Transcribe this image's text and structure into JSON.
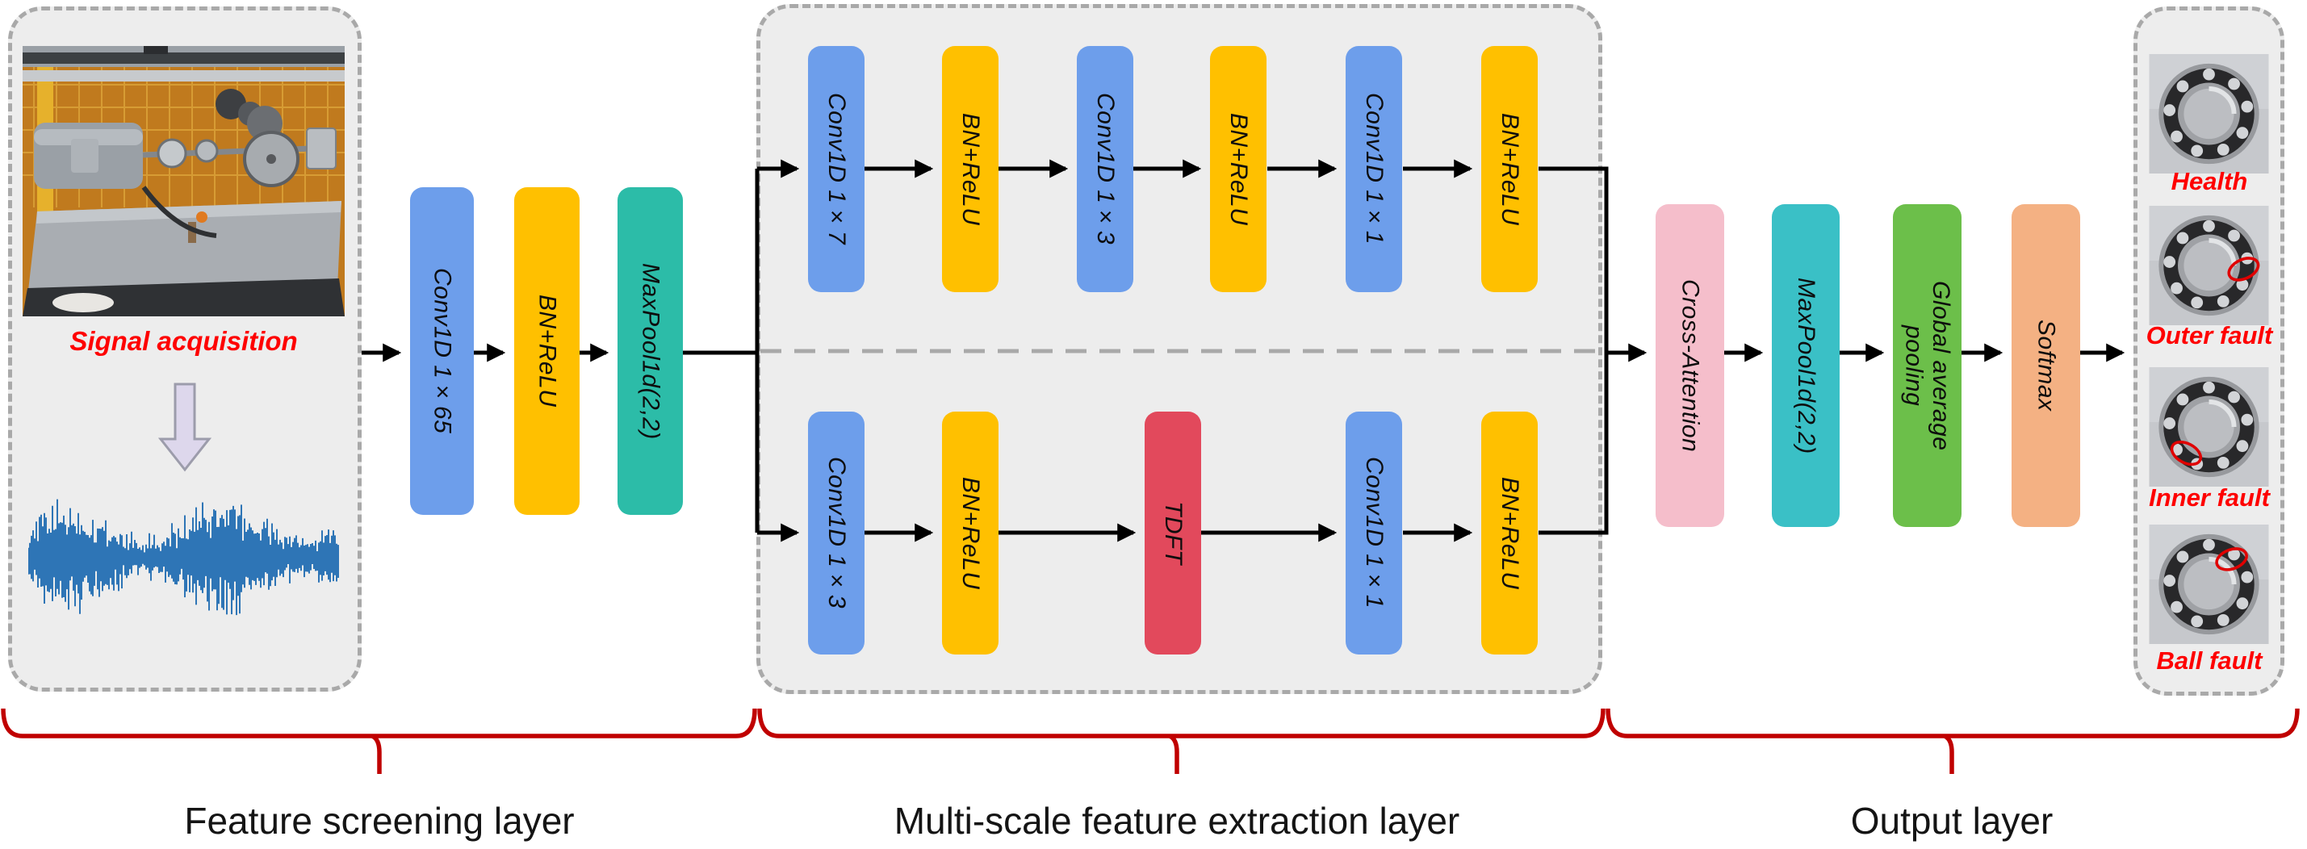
{
  "signal_panel": {
    "caption": "Signal acquisition"
  },
  "screening_blocks": [
    {
      "label": "Conv1D 1×65",
      "color": "#6d9eeb"
    },
    {
      "label": "BN+ReLU",
      "color": "#ffc000"
    },
    {
      "label": "MaxPool1d(2,2)",
      "color": "#2cbca8"
    }
  ],
  "multiscale": {
    "top_branch": [
      {
        "label": "Conv1D 1×7",
        "color": "#6d9eeb"
      },
      {
        "label": "BN+ReLU",
        "color": "#ffc000"
      },
      {
        "label": "Conv1D 1×3",
        "color": "#6d9eeb"
      },
      {
        "label": "BN+ReLU",
        "color": "#ffc000"
      },
      {
        "label": "Conv1D 1×1",
        "color": "#6d9eeb"
      },
      {
        "label": "BN+ReLU",
        "color": "#ffc000"
      }
    ],
    "bottom_branch": [
      {
        "label": "Conv1D 1×3",
        "color": "#6d9eeb"
      },
      {
        "label": "BN+ReLU",
        "color": "#ffc000"
      },
      {
        "label": "TDFT",
        "color": "#e2495c"
      },
      {
        "label": "Conv1D 1×1",
        "color": "#6d9eeb"
      },
      {
        "label": "BN+ReLU",
        "color": "#ffc000"
      }
    ]
  },
  "head_blocks": [
    {
      "label": "Cross-Attention",
      "color": "#f5becb"
    },
    {
      "label": "MaxPool1d(2,2)",
      "color": "#3ac0c6"
    },
    {
      "label": "Global average\npooling",
      "color": "#6cbf4a"
    },
    {
      "label": "Softmax",
      "color": "#f4b183"
    }
  ],
  "output_panel": {
    "classes": [
      {
        "label": "Health",
        "fault": "none"
      },
      {
        "label": "Outer fault",
        "fault": "outer"
      },
      {
        "label": "Inner fault",
        "fault": "inner"
      },
      {
        "label": "Ball fault",
        "fault": "ball"
      }
    ]
  },
  "section_labels": [
    "Feature screening layer",
    "Multi-scale feature extraction layer",
    "Output layer"
  ],
  "colors": {
    "conv_blue": "#6d9eeb",
    "bn_yellow": "#ffc000",
    "maxpool_teal": "#2cbca8",
    "maxpool_cyan": "#3ac0c6",
    "tdft_red": "#e2495c",
    "cross_attention_pink": "#f5becb",
    "global_avg_pool_green": "#6cbf4a",
    "softmax_peach": "#f4b183",
    "panel_fill": "#ededed",
    "panel_border": "#a9a9a9",
    "brace_red": "#c00000",
    "label_red": "#fe0000",
    "waveform_blue": "#2e75b6",
    "arrow_black": "#000000"
  }
}
